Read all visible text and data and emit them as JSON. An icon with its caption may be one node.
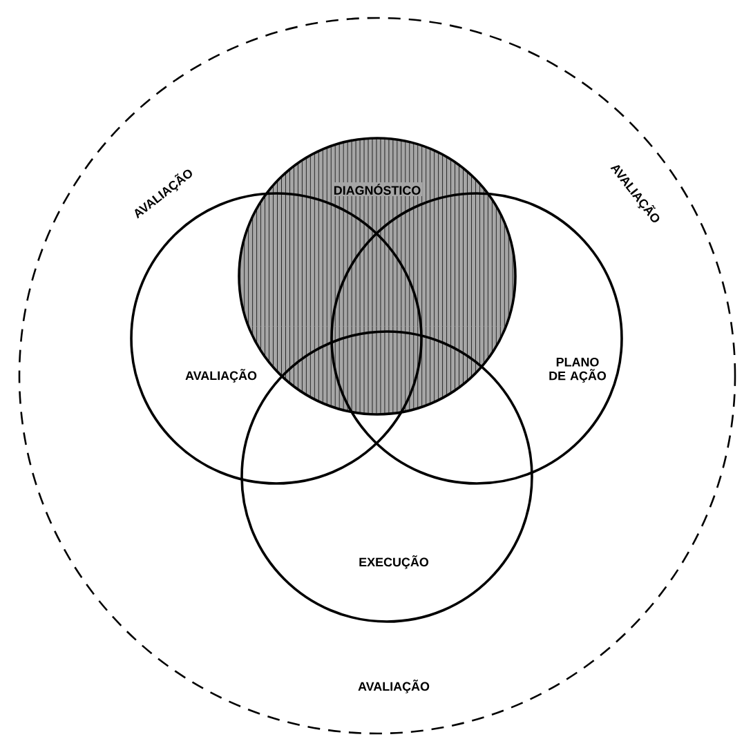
{
  "diagram": {
    "nodes": [
      {
        "text": [
          "AVALIAÇÃO",
          "AVALIAÇÃO",
          "AVALIAÇÃO"
        ]
      },
      {
        "text": [
          "DIAGNÓSTICO"
        ],
        "in": 0
      },
      {
        "text": [
          "AVALIAÇÃO"
        ],
        "in": 0
      },
      {
        "text": [
          "PLANO DE AÇÃO"
        ],
        "in": 0
      },
      {
        "text": [
          "EXECUÇÃO"
        ],
        "in": 0
      }
    ],
    "edges": []
  }
}
